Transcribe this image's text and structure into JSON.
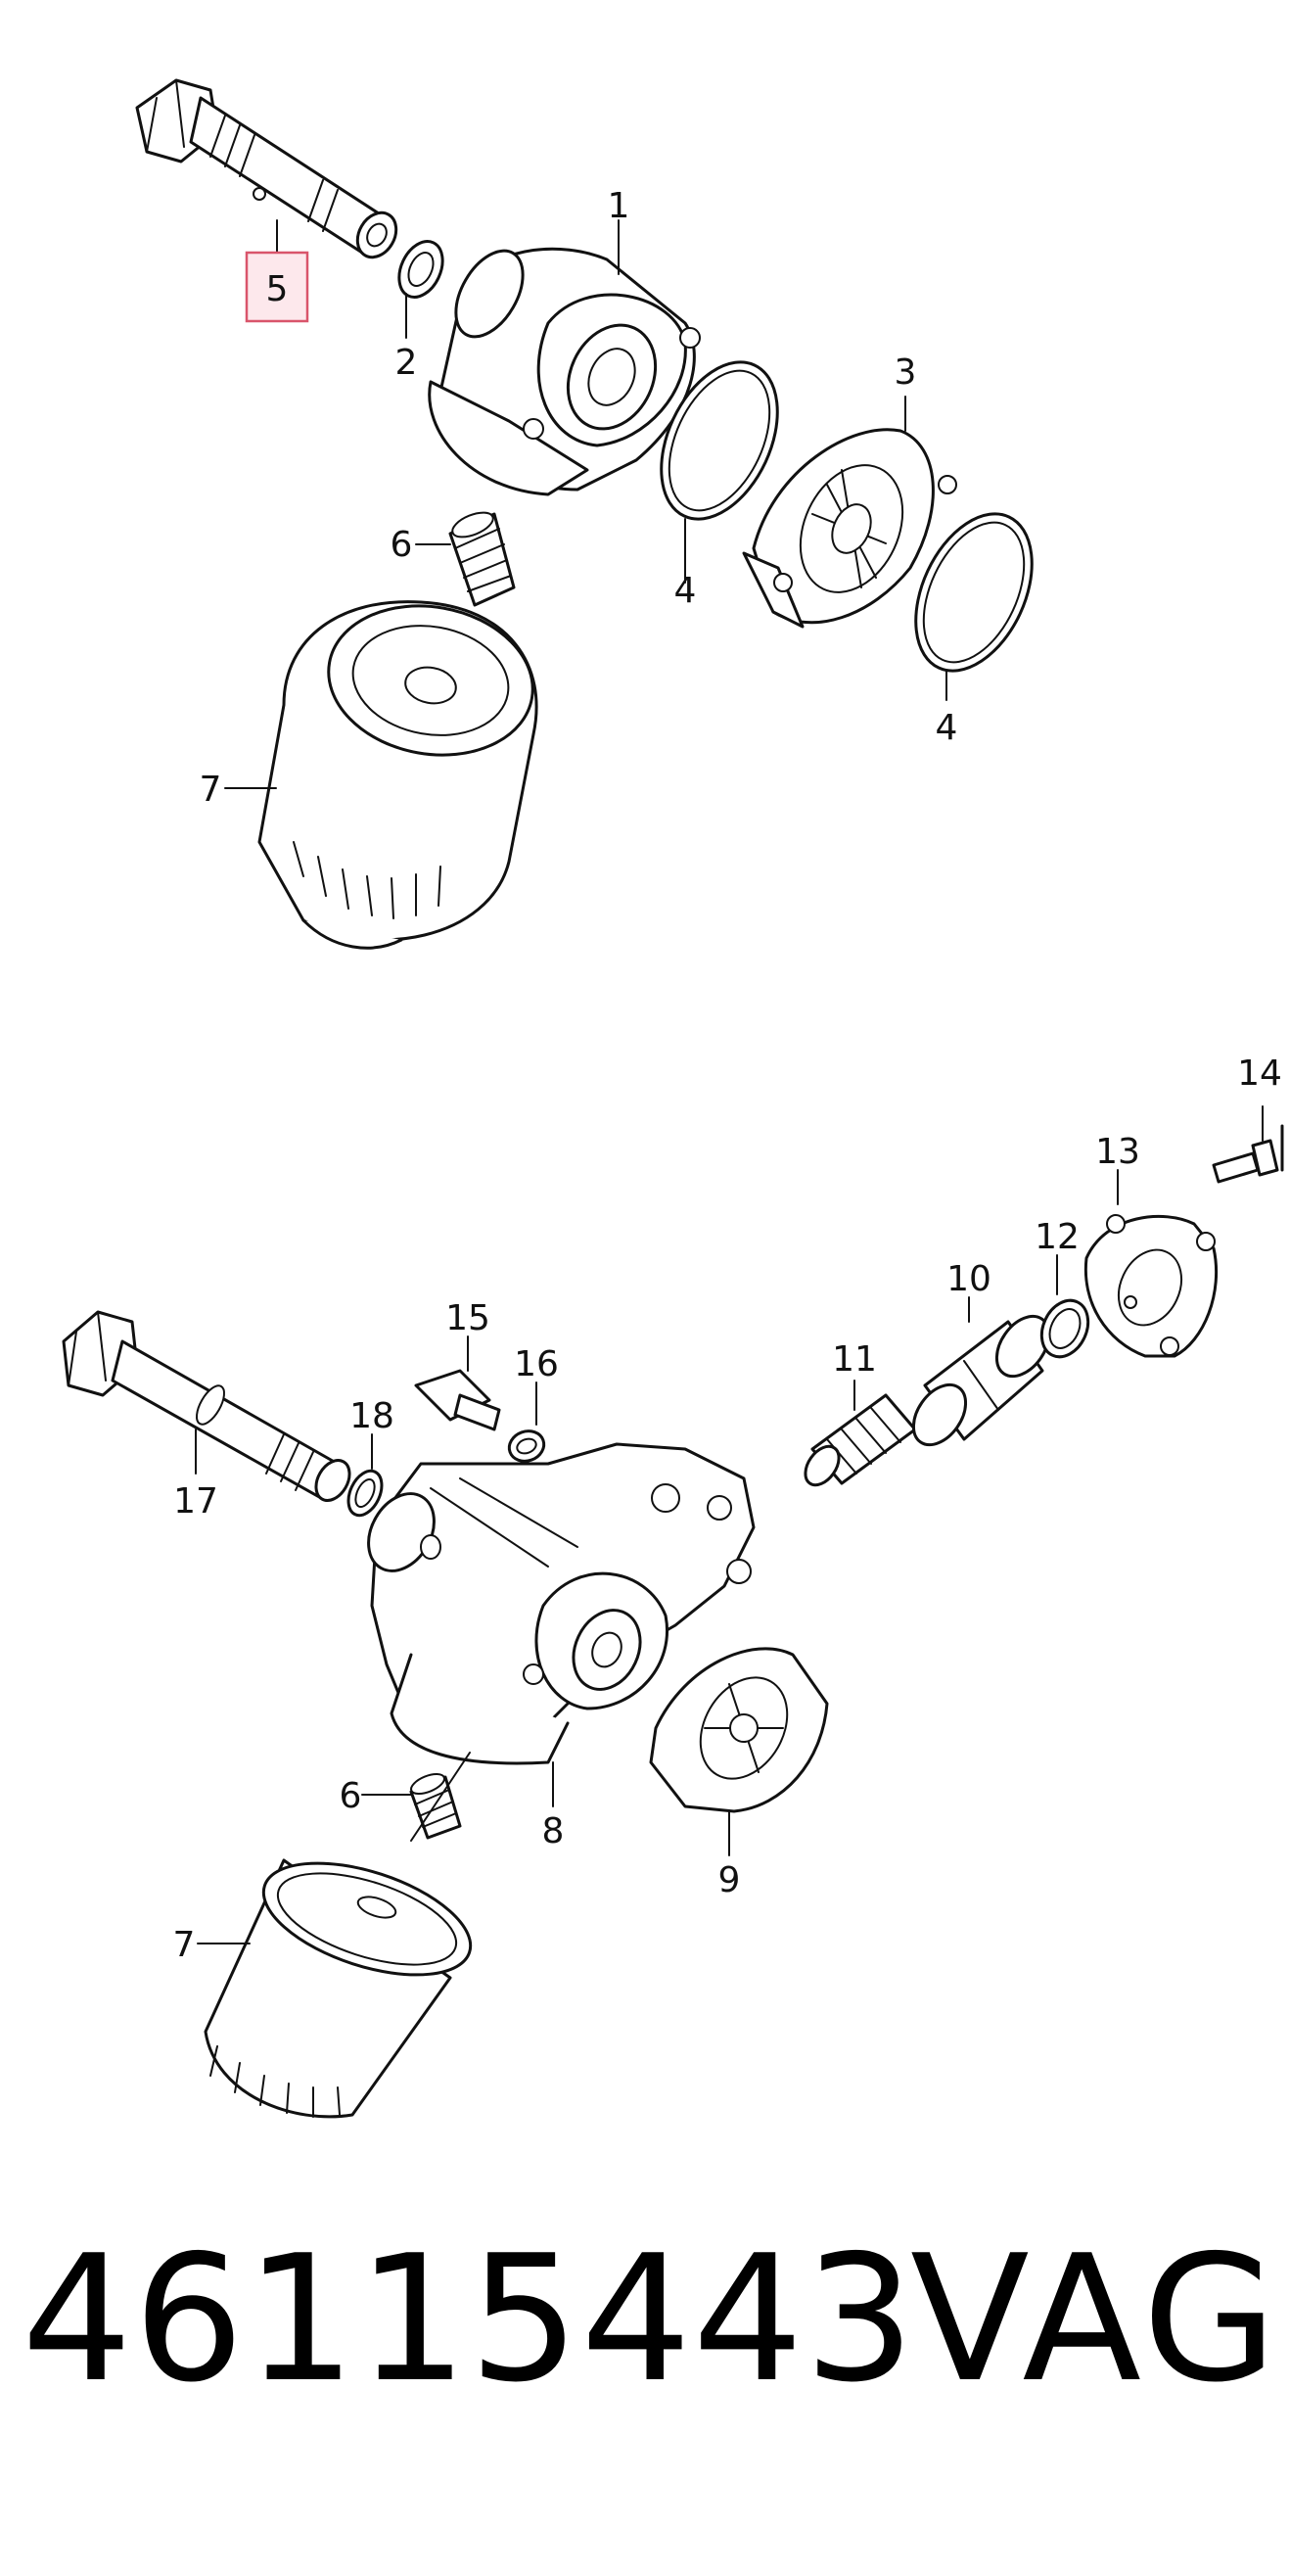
{
  "diagram": {
    "highlighted_callout": "5",
    "callouts_top": [
      "1",
      "2",
      "3",
      "4",
      "4",
      "5",
      "6",
      "7"
    ],
    "callouts_bottom": [
      "6",
      "7",
      "8",
      "9",
      "10",
      "11",
      "12",
      "13",
      "14",
      "15",
      "16",
      "17",
      "18"
    ],
    "colors": {
      "line": "#111111",
      "highlight_fill": "#fde8ec",
      "highlight_stroke": "#d9556b"
    }
  },
  "footer": {
    "part_number": "46115443",
    "brand": "VAG"
  }
}
